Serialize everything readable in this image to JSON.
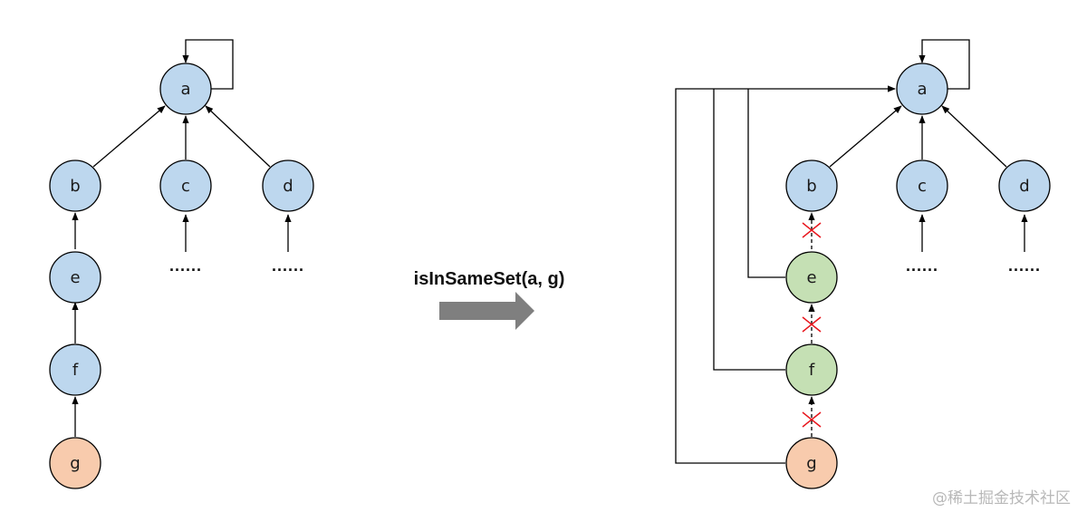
{
  "colors": {
    "node_default": "#bdd7ee",
    "node_target": "#f8cbad",
    "node_compressed": "#c5e0b4",
    "edge": "#000000",
    "removed_mark": "#e8141b",
    "arrow": "#7f7f7f"
  },
  "operation": {
    "label": "isInSameSet(a, g)",
    "icon": "right-arrow-icon"
  },
  "before_tree": {
    "nodes": [
      {
        "id": "a",
        "label": "a",
        "kind": "default"
      },
      {
        "id": "b",
        "label": "b",
        "kind": "default"
      },
      {
        "id": "c",
        "label": "c",
        "kind": "default"
      },
      {
        "id": "d",
        "label": "d",
        "kind": "default"
      },
      {
        "id": "e",
        "label": "e",
        "kind": "default"
      },
      {
        "id": "f",
        "label": "f",
        "kind": "default"
      },
      {
        "id": "g",
        "label": "g",
        "kind": "target"
      }
    ],
    "ellipses": [
      "......",
      "......"
    ]
  },
  "after_tree": {
    "nodes": [
      {
        "id": "a",
        "label": "a",
        "kind": "default"
      },
      {
        "id": "b",
        "label": "b",
        "kind": "default"
      },
      {
        "id": "c",
        "label": "c",
        "kind": "default"
      },
      {
        "id": "d",
        "label": "d",
        "kind": "default"
      },
      {
        "id": "e",
        "label": "e",
        "kind": "compressed"
      },
      {
        "id": "f",
        "label": "f",
        "kind": "compressed"
      },
      {
        "id": "g",
        "label": "g",
        "kind": "target"
      }
    ],
    "ellipses": [
      "......",
      "......"
    ]
  },
  "watermark": "@稀土掘金技术社区"
}
